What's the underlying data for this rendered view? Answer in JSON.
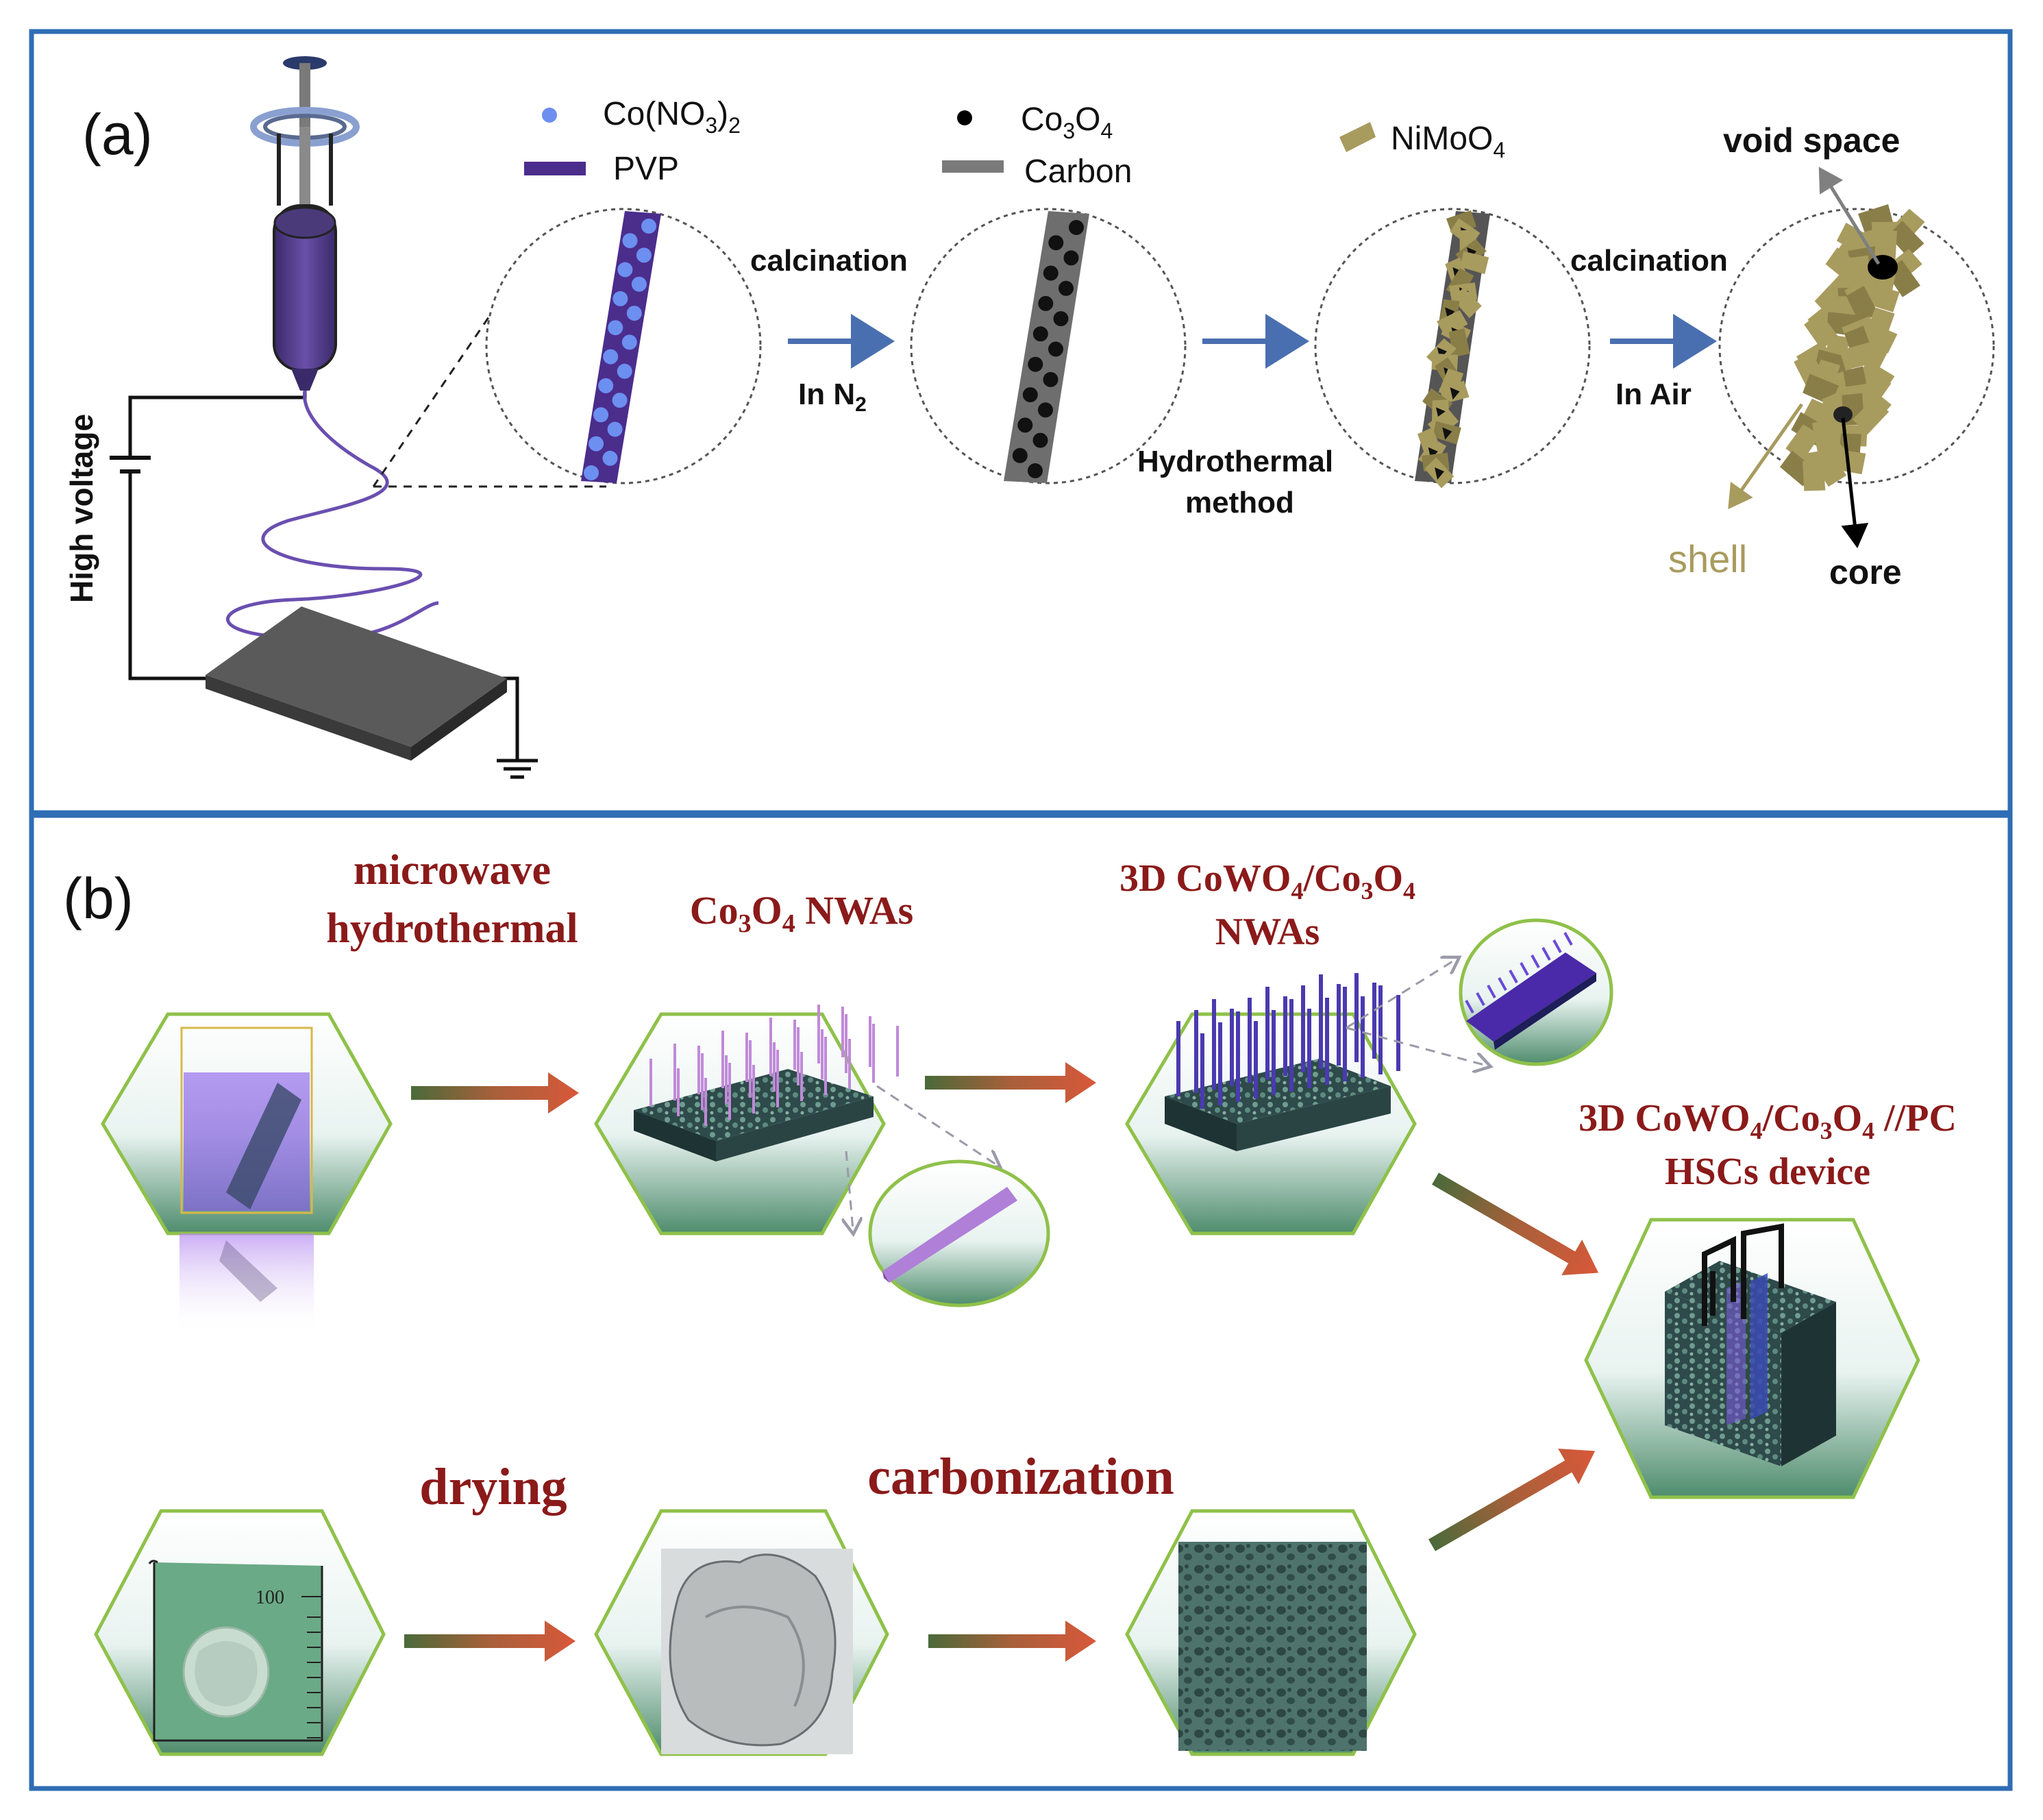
{
  "panel_a": {
    "label": "(a)",
    "high_voltage": "High voltage",
    "legend": {
      "co_no3": "Co(NO",
      "co_no3_sub3": "3",
      "co_no3_close": ")",
      "co_no3_sub2": "2",
      "pvp": "PVP",
      "co3o4_a": "Co",
      "co3o4_sub3": "3",
      "co3o4_b": "O",
      "co3o4_sub4": "4",
      "carbon": "Carbon",
      "nimoo4_a": "NiMoO",
      "nimoo4_sub4": "4"
    },
    "steps": {
      "calcination_1": "calcination",
      "in_n2_a": "In N",
      "in_n2_sub": "2",
      "hydrothermal_1": "Hydrothermal",
      "hydrothermal_2": "method",
      "calcination_2": "calcination",
      "in_air": "In Air"
    },
    "labels": {
      "void_space": "void space",
      "shell": "shell",
      "core": "core"
    }
  },
  "panel_b": {
    "label": "(b)",
    "microwave_1": "microwave",
    "microwave_2": "hydrothermal",
    "co3o4_nwas_a": "Co",
    "co3o4_nwas_sub3": "3",
    "co3o4_nwas_b": "O",
    "co3o4_nwas_sub4": "4",
    "co3o4_nwas_c": " NWAs",
    "cowo4_top_a": "3D CoWO",
    "cowo4_top_sub4": "4",
    "cowo4_top_b": "/Co",
    "cowo4_top_sub3": "3",
    "cowo4_top_c": "O",
    "cowo4_top_sub4b": "4",
    "cowo4_top_line2": "NWAs",
    "device_a": "3D CoWO",
    "device_sub4": "4",
    "device_b": "/Co",
    "device_sub3": "3",
    "device_c": "O",
    "device_sub4b": "4",
    "device_d": " //PC",
    "device_line2": "HSCs device",
    "drying": "drying",
    "carbonization": "carbonization",
    "beaker_mark": "100"
  },
  "colors": {
    "frame": "#2f6db5",
    "title_red": "#8b1a1a",
    "arrow_blue": "#4a6fb0",
    "shell_olive": "#a89b5e",
    "hex_border": "#8fc14a",
    "pvp_purple": "#4b2d8c",
    "dot_blue": "#6c8ff0"
  }
}
